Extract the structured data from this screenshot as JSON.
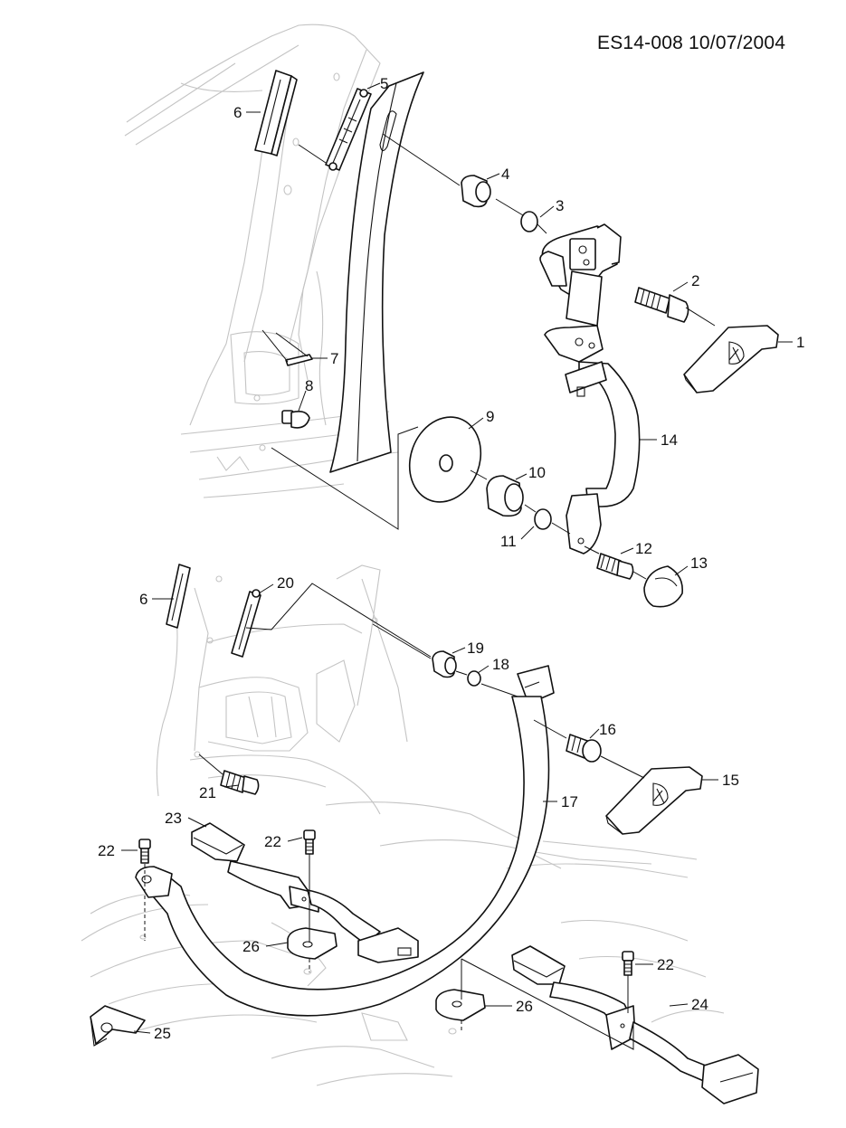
{
  "header": {
    "code": "ES14-008 10/07/2004"
  },
  "callouts": [
    {
      "id": "c1",
      "label": "1"
    },
    {
      "id": "c2",
      "label": "2"
    },
    {
      "id": "c3",
      "label": "3"
    },
    {
      "id": "c4",
      "label": "4"
    },
    {
      "id": "c5",
      "label": "5"
    },
    {
      "id": "c6a",
      "label": "6"
    },
    {
      "id": "c7",
      "label": "7"
    },
    {
      "id": "c8",
      "label": "8"
    },
    {
      "id": "c9",
      "label": "9"
    },
    {
      "id": "c10",
      "label": "10"
    },
    {
      "id": "c11",
      "label": "11"
    },
    {
      "id": "c12",
      "label": "12"
    },
    {
      "id": "c13",
      "label": "13"
    },
    {
      "id": "c14",
      "label": "14"
    },
    {
      "id": "c6b",
      "label": "6"
    },
    {
      "id": "c20",
      "label": "20"
    },
    {
      "id": "c19",
      "label": "19"
    },
    {
      "id": "c18",
      "label": "18"
    },
    {
      "id": "c16",
      "label": "16"
    },
    {
      "id": "c15",
      "label": "15"
    },
    {
      "id": "c21",
      "label": "21"
    },
    {
      "id": "c17",
      "label": "17"
    },
    {
      "id": "c23",
      "label": "23"
    },
    {
      "id": "c22a",
      "label": "22"
    },
    {
      "id": "c22b",
      "label": "22"
    },
    {
      "id": "c26a",
      "label": "26"
    },
    {
      "id": "c22c",
      "label": "22"
    },
    {
      "id": "c24",
      "label": "24"
    },
    {
      "id": "c26b",
      "label": "26"
    },
    {
      "id": "c25",
      "label": "25"
    }
  ]
}
